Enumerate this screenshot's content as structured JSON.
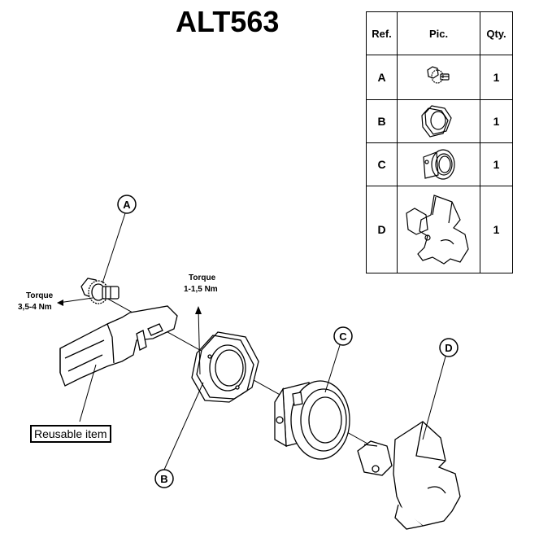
{
  "title": "ALT563",
  "table": {
    "headers": {
      "ref": "Ref.",
      "pic": "Pic.",
      "qty": "Qty."
    },
    "rows": [
      {
        "ref": "A",
        "qty": "1",
        "icon": "bolt-with-washer-icon"
      },
      {
        "ref": "B",
        "qty": "1",
        "icon": "hex-nut-icon"
      },
      {
        "ref": "C",
        "qty": "1",
        "icon": "flanged-bushing-icon"
      },
      {
        "ref": "D",
        "qty": "1",
        "icon": "latch-cam-housing-icon"
      }
    ]
  },
  "callouts": {
    "a": "A",
    "b": "B",
    "c": "C",
    "d": "D"
  },
  "torque_left": {
    "label": "Torque",
    "value": "3,5-4 Nm"
  },
  "torque_right": {
    "label": "Torque",
    "value": "1-1,5 Nm"
  },
  "reusable_label": "Reusable item"
}
